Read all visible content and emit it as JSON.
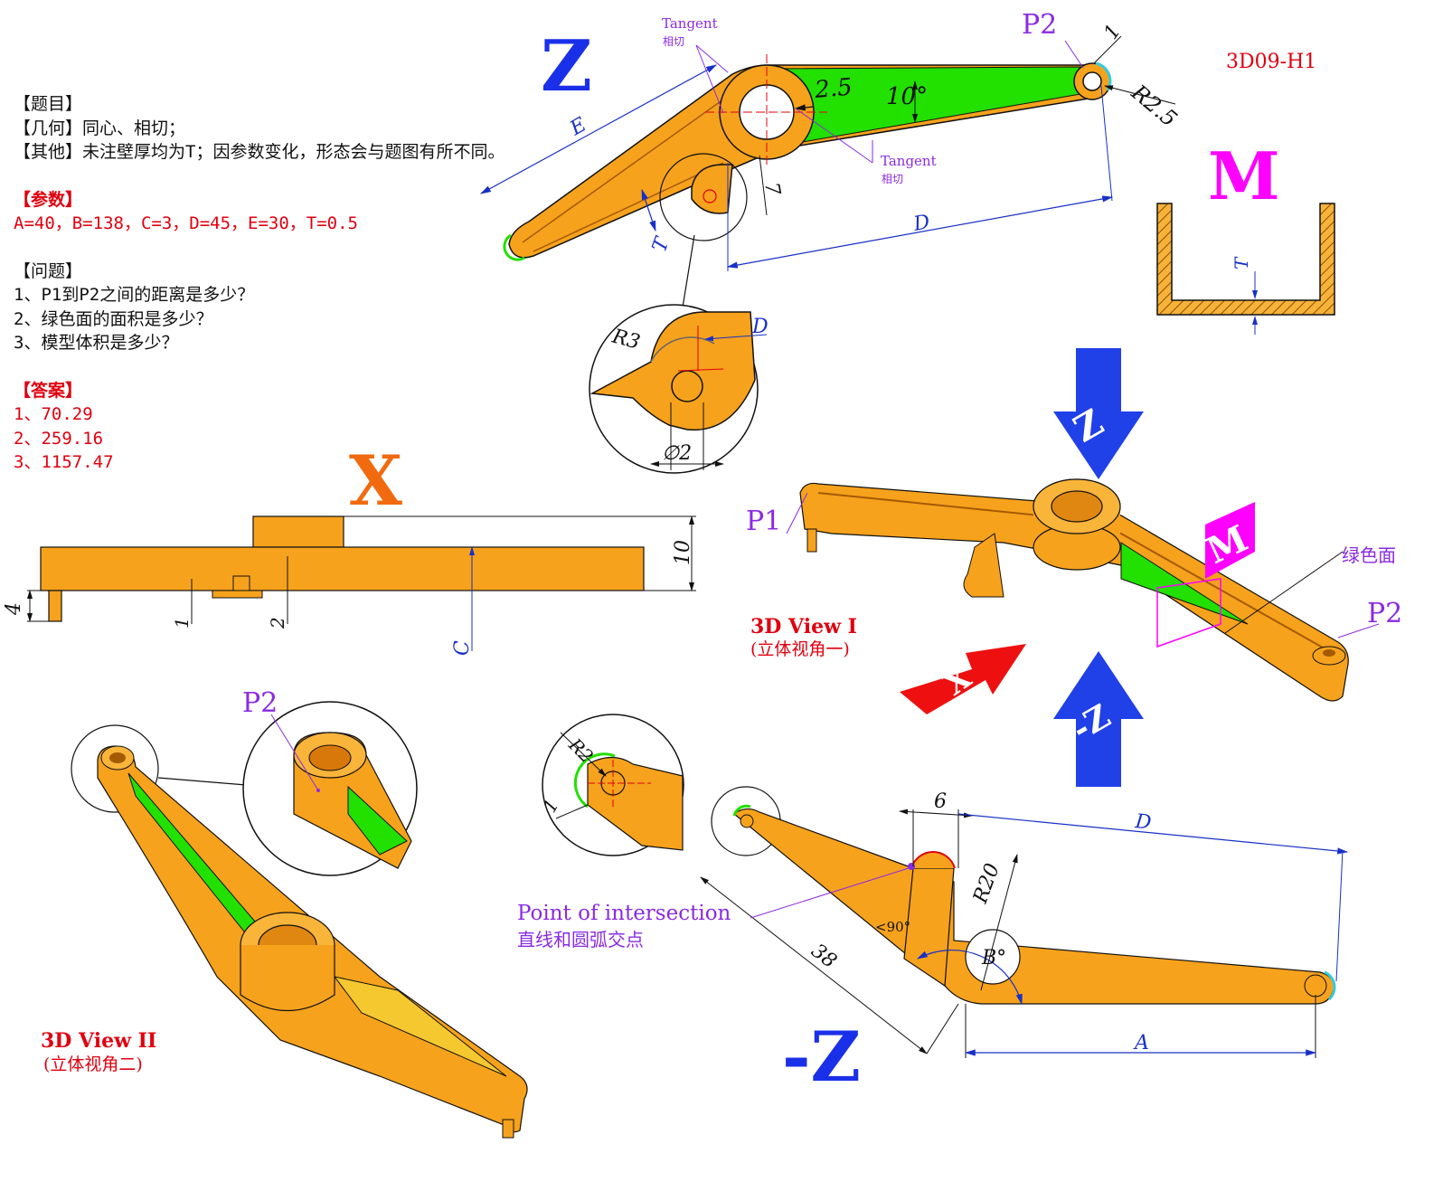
{
  "drawing_id": "3D09-H1",
  "problem": {
    "title": "【题目】",
    "geometry": "【几何】同心、相切；",
    "other": "【其他】未注壁厚均为T；因参数变化，形态会与题图有所不同。",
    "params_title": "【参数】",
    "params": "A=40，B=138，C=3，D=45，E=30，T=0.5",
    "questions_title": "【问题】",
    "questions": [
      "1、P1到P2之间的距离是多少？",
      "2、绿色面的面积是多少？",
      "3、模型体积是多少？"
    ],
    "answers_title": "【答案】",
    "answers": [
      "1、70.29",
      "2、259.16",
      "3、1157.47"
    ]
  },
  "view_labels": {
    "z": "Z",
    "neg_z": "-Z",
    "x": "X",
    "m": "M",
    "arrow_z": "Z",
    "arrow_neg_z": "-Z",
    "arrow_x": "X",
    "arrow_m": "M"
  },
  "annotations": {
    "tangent_en": "Tangent",
    "tangent_cn": "相切",
    "poi_en": "Point of intersection",
    "poi_cn": "直线和圆弧交点",
    "view1_en": "3D View I",
    "view1_cn": "(立体视角一)",
    "view2_en": "3D View II",
    "view2_cn": "(立体视角二)",
    "green_face": "绿色面",
    "p1": "P1",
    "p2": "P2"
  },
  "dims_top": {
    "d25": "2.5",
    "ang10": "10°",
    "one": "1",
    "r25": "R2.5",
    "e": "E",
    "seven": "7",
    "t": "T",
    "d": "D"
  },
  "dims_detail": {
    "r3": "R3",
    "d": "D",
    "phi2": "∅2"
  },
  "dims_m": {
    "t": "T"
  },
  "dims_x": {
    "ten": "10",
    "four": "4",
    "one": "1",
    "two": "2",
    "c": "C"
  },
  "dims_bottom": {
    "r2": "R2",
    "one": "1",
    "six": "6",
    "d": "D",
    "r20": "R20",
    "lt90": "<90°",
    "b": "B°",
    "thirtyeight": "38",
    "a": "A"
  },
  "colors": {
    "orange": "#f7a21c",
    "dark_orange": "#d9780a",
    "green": "#22e000",
    "blue": "#1a30e8",
    "red": "#e0000f",
    "magenta": "#ff00ff",
    "purple": "#8a2be2",
    "dim_blue": "#1830c8"
  }
}
